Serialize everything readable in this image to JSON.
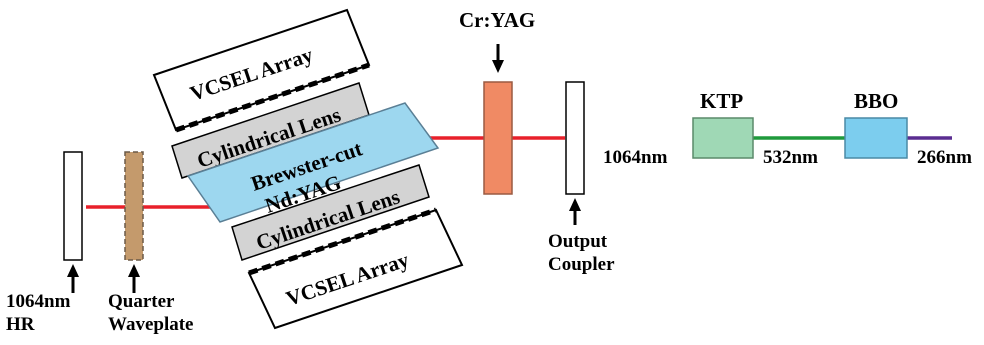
{
  "labels": {
    "hr_line1": "1064nm",
    "hr_line2": "HR",
    "qwp_line1": "Quarter",
    "qwp_line2": "Waveplate",
    "crystal_line1": "Brewster-cut",
    "crystal_line2": "Nd:YAG",
    "lens_top": "Cylindrical Lens",
    "lens_bottom": "Cylindrical Lens",
    "vcsel_top": "VCSEL Array",
    "vcsel_bottom": "VCSEL Array",
    "q_switch": "Cr:YAG",
    "oc_line1": "Output",
    "oc_line2": "Coupler",
    "ktp": "KTP",
    "bbo": "BBO",
    "beam_1064": "1064nm",
    "beam_532": "532nm",
    "beam_266": "266nm"
  },
  "colors": {
    "beam_1064": "#e8202a",
    "beam_532": "#1f9a3c",
    "beam_266": "#5a2d91",
    "waveplate": "#c49a6c",
    "crystal": "#9dd7ef",
    "lens": "#d3d3d3",
    "cr_yag": "#f08a64",
    "ktp": "#9fd8b5",
    "bbo": "#7ccdee"
  }
}
